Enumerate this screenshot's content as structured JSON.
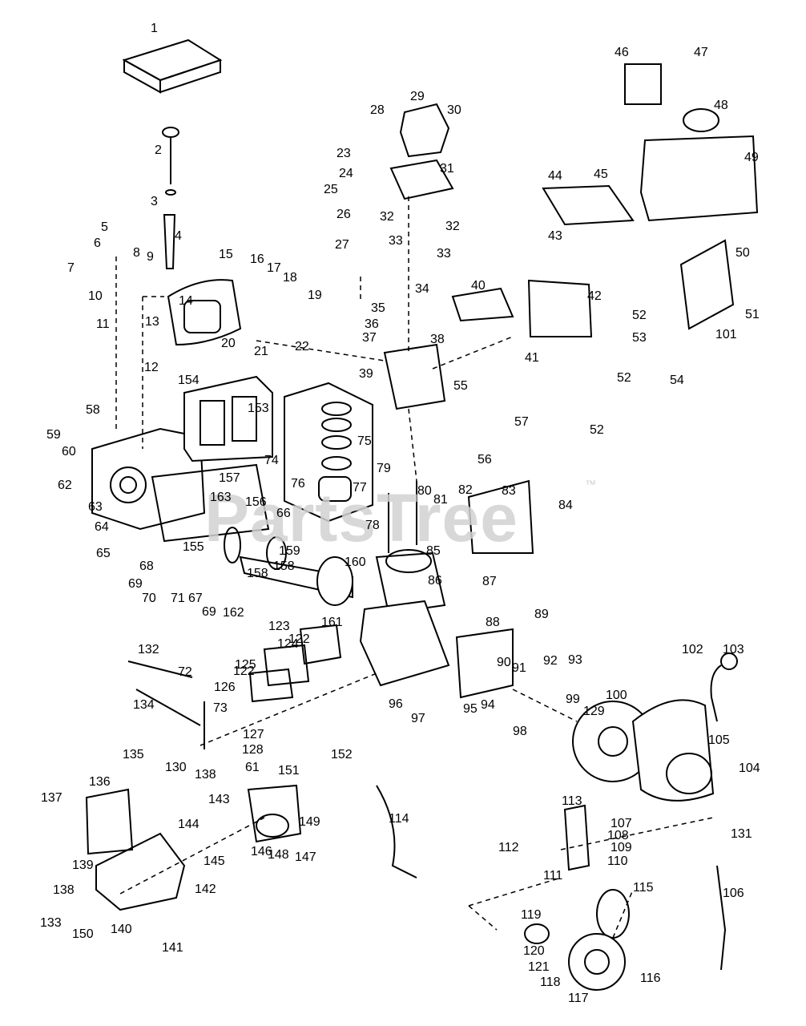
{
  "watermark": "PartsTree",
  "trademark": "™",
  "callouts": [
    "1",
    "2",
    "3",
    "4",
    "5",
    "6",
    "7",
    "8",
    "9",
    "10",
    "11",
    "12",
    "13",
    "14",
    "15",
    "16",
    "17",
    "18",
    "19",
    "20",
    "21",
    "22",
    "23",
    "24",
    "25",
    "26",
    "27",
    "28",
    "29",
    "30",
    "31",
    "32",
    "32",
    "33",
    "33",
    "34",
    "35",
    "36",
    "37",
    "38",
    "39",
    "40",
    "41",
    "42",
    "43",
    "44",
    "45",
    "46",
    "47",
    "48",
    "49",
    "50",
    "51",
    "52",
    "52",
    "52",
    "53",
    "54",
    "55",
    "56",
    "57",
    "58",
    "59",
    "60",
    "61",
    "62",
    "63",
    "64",
    "65",
    "66",
    "67",
    "68",
    "69",
    "69",
    "70",
    "71",
    "72",
    "73",
    "74",
    "75",
    "76",
    "77",
    "78",
    "79",
    "80",
    "81",
    "82",
    "83",
    "84",
    "85",
    "86",
    "87",
    "88",
    "89",
    "90",
    "91",
    "92",
    "93",
    "94",
    "95",
    "96",
    "97",
    "98",
    "99",
    "100",
    "101",
    "102",
    "103",
    "104",
    "105",
    "106",
    "107",
    "108",
    "109",
    "110",
    "111",
    "112",
    "113",
    "114",
    "115",
    "116",
    "117",
    "118",
    "119",
    "120",
    "121",
    "122",
    "122",
    "123",
    "124",
    "125",
    "126",
    "127",
    "128",
    "129",
    "130",
    "131",
    "132",
    "133",
    "134",
    "135",
    "136",
    "137",
    "138",
    "138",
    "139",
    "140",
    "141",
    "142",
    "143",
    "144",
    "145",
    "146",
    "147",
    "148",
    "149",
    "150",
    "151",
    "152",
    "153",
    "154",
    "155",
    "156",
    "157",
    "158",
    "158",
    "159",
    "160",
    "161",
    "162",
    "163"
  ]
}
